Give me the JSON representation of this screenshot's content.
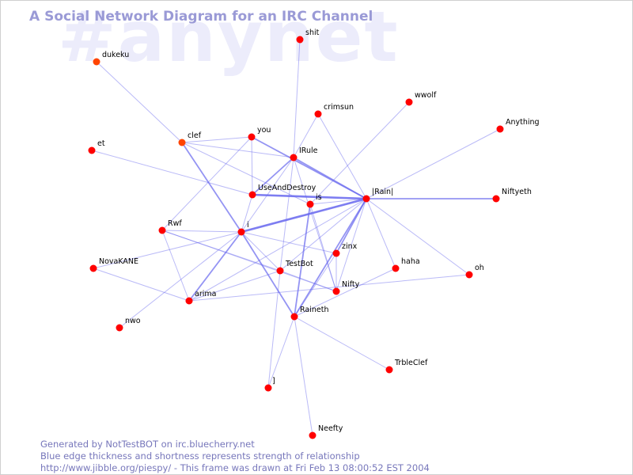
{
  "header": {
    "title": "A Social Network Diagram for an IRC Channel",
    "watermark": "#anynet"
  },
  "colors": {
    "node": "#ff0000",
    "node_highlight": "#ff4400",
    "edge": "#6666ee",
    "text_accent": "#9a9ad6"
  },
  "graph": {
    "nodes": [
      {
        "id": "shit",
        "label": "shit"
      },
      {
        "id": "dukeku",
        "label": "dukeku",
        "color": "#ff4400"
      },
      {
        "id": "wwolf",
        "label": "wwolf"
      },
      {
        "id": "crimsun",
        "label": "crimsun"
      },
      {
        "id": "Anything",
        "label": "Anything"
      },
      {
        "id": "clef",
        "label": "clef",
        "color": "#ff4400"
      },
      {
        "id": "you",
        "label": "you"
      },
      {
        "id": "et",
        "label": "et"
      },
      {
        "id": "IRule",
        "label": "IRule"
      },
      {
        "id": "UseAndDestroy",
        "label": "UseAndDestroy"
      },
      {
        "id": "is",
        "label": "is"
      },
      {
        "id": "Rain",
        "label": "|Rain|"
      },
      {
        "id": "Niftyeth",
        "label": "Niftyeth"
      },
      {
        "id": "Rwf",
        "label": "Rwf"
      },
      {
        "id": "i",
        "label": "i"
      },
      {
        "id": "zinx",
        "label": "zinx"
      },
      {
        "id": "NovaKANE",
        "label": "NovaKANE"
      },
      {
        "id": "TestBot",
        "label": "TestBot"
      },
      {
        "id": "haha",
        "label": "haha"
      },
      {
        "id": "oh",
        "label": "oh"
      },
      {
        "id": "Nifty",
        "label": "Nifty"
      },
      {
        "id": "arima",
        "label": "arima"
      },
      {
        "id": "Raineth",
        "label": "Raineth"
      },
      {
        "id": "nwo",
        "label": "nwo"
      },
      {
        "id": "TrbleClef",
        "label": "TrbleClef"
      },
      {
        "id": "bracket",
        "label": "]"
      },
      {
        "id": "Neefty",
        "label": "Neefty"
      }
    ],
    "edges": [
      {
        "from": "dukeku",
        "to": "clef",
        "w": 1
      },
      {
        "from": "shit",
        "to": "IRule",
        "w": 1
      },
      {
        "from": "crimsun",
        "to": "IRule",
        "w": 1
      },
      {
        "from": "crimsun",
        "to": "Rain",
        "w": 1
      },
      {
        "from": "wwolf",
        "to": "is",
        "w": 1
      },
      {
        "from": "Anything",
        "to": "Rain",
        "w": 1
      },
      {
        "from": "clef",
        "to": "you",
        "w": 1
      },
      {
        "from": "clef",
        "to": "IRule",
        "w": 1
      },
      {
        "from": "clef",
        "to": "i",
        "w": 2
      },
      {
        "from": "clef",
        "to": "is",
        "w": 1
      },
      {
        "from": "you",
        "to": "Rain",
        "w": 2
      },
      {
        "from": "you",
        "to": "UseAndDestroy",
        "w": 1
      },
      {
        "from": "you",
        "to": "Rwf",
        "w": 1
      },
      {
        "from": "et",
        "to": "UseAndDestroy",
        "w": 1
      },
      {
        "from": "IRule",
        "to": "Rain",
        "w": 2
      },
      {
        "from": "IRule",
        "to": "UseAndDestroy",
        "w": 2
      },
      {
        "from": "IRule",
        "to": "i",
        "w": 1
      },
      {
        "from": "IRule",
        "to": "TestBot",
        "w": 1
      },
      {
        "from": "IRule",
        "to": "Nifty",
        "w": 1
      },
      {
        "from": "UseAndDestroy",
        "to": "Rain",
        "w": 3
      },
      {
        "from": "UseAndDestroy",
        "to": "i",
        "w": 1
      },
      {
        "from": "is",
        "to": "Rain",
        "w": 1
      },
      {
        "from": "is",
        "to": "Raineth",
        "w": 2
      },
      {
        "from": "is",
        "to": "Nifty",
        "w": 1
      },
      {
        "from": "Rain",
        "to": "Niftyeth",
        "w": 2
      },
      {
        "from": "Rain",
        "to": "i",
        "w": 3
      },
      {
        "from": "Rain",
        "to": "zinx",
        "w": 2
      },
      {
        "from": "Rain",
        "to": "TestBot",
        "w": 1
      },
      {
        "from": "Rain",
        "to": "Raineth",
        "w": 2
      },
      {
        "from": "Rain",
        "to": "haha",
        "w": 1
      },
      {
        "from": "Rain",
        "to": "oh",
        "w": 1
      },
      {
        "from": "Rain",
        "to": "Nifty",
        "w": 1
      },
      {
        "from": "Rain",
        "to": "arima",
        "w": 1
      },
      {
        "from": "Rwf",
        "to": "i",
        "w": 1
      },
      {
        "from": "Rwf",
        "to": "TestBot",
        "w": 1
      },
      {
        "from": "Rwf",
        "to": "arima",
        "w": 1
      },
      {
        "from": "Rwf",
        "to": "Nifty",
        "w": 1
      },
      {
        "from": "i",
        "to": "NovaKANE",
        "w": 1
      },
      {
        "from": "i",
        "to": "TestBot",
        "w": 1
      },
      {
        "from": "i",
        "to": "zinx",
        "w": 1
      },
      {
        "from": "i",
        "to": "arima",
        "w": 2
      },
      {
        "from": "i",
        "to": "Raineth",
        "w": 2
      },
      {
        "from": "i",
        "to": "nwo",
        "w": 1
      },
      {
        "from": "NovaKANE",
        "to": "arima",
        "w": 1
      },
      {
        "from": "TestBot",
        "to": "arima",
        "w": 1
      },
      {
        "from": "TestBot",
        "to": "Nifty",
        "w": 1
      },
      {
        "from": "TestBot",
        "to": "bracket",
        "w": 1
      },
      {
        "from": "zinx",
        "to": "Nifty",
        "w": 1
      },
      {
        "from": "zinx",
        "to": "Raineth",
        "w": 1
      },
      {
        "from": "arima",
        "to": "oh",
        "w": 1
      },
      {
        "from": "Raineth",
        "to": "haha",
        "w": 1
      },
      {
        "from": "Raineth",
        "to": "TrbleClef",
        "w": 1
      },
      {
        "from": "Raineth",
        "to": "Neefty",
        "w": 1
      },
      {
        "from": "Raineth",
        "to": "bracket",
        "w": 1
      }
    ]
  },
  "footer": {
    "line1": "Generated by NotTestBOT on irc.bluecherry.net",
    "line2": "Blue edge thickness and shortness represents strength of relationship",
    "line3": "http://www.jibble.org/piespy/ - This frame was drawn at Fri Feb 13 08:00:52 EST 2004"
  }
}
